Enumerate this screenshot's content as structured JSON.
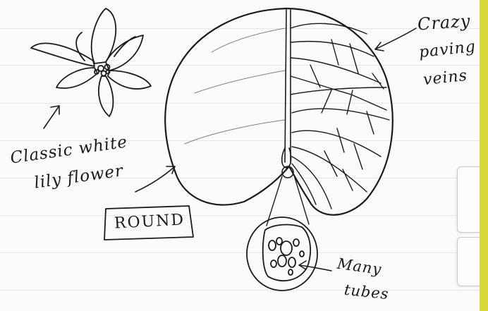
{
  "annotations": {
    "flower": {
      "line1": "Classic white",
      "line2": "lily flower"
    },
    "veins": {
      "line1": "Crazy",
      "line2": "paving",
      "line3": "veins"
    },
    "shape": "ROUND",
    "tubes": {
      "line1": "Many",
      "line2": "tubes"
    }
  },
  "colors": {
    "ink": "#1a1a1a",
    "paper": "#fbfbfa",
    "rule_line": "#d8dde3",
    "right_edge_strip": "#d8d83a"
  }
}
